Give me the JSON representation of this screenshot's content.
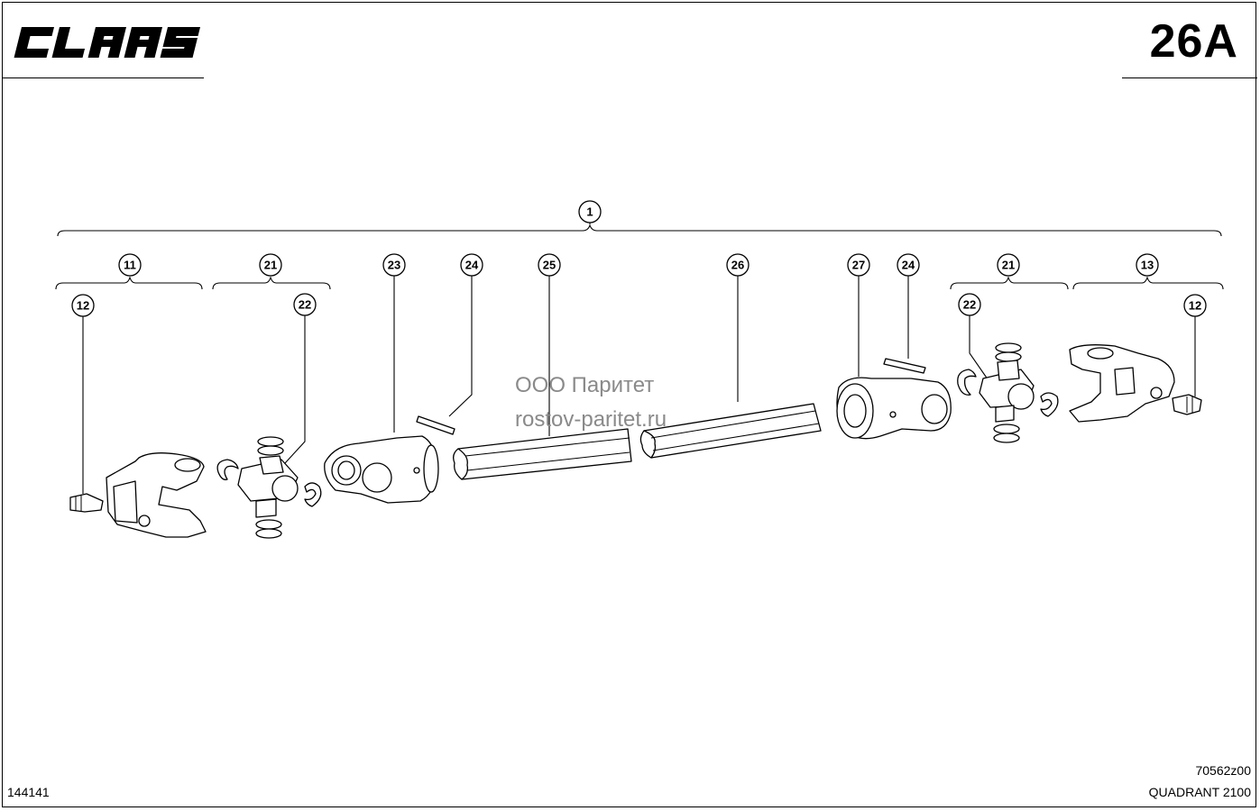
{
  "header": {
    "brand": "CLAAS",
    "page_number": "26A"
  },
  "callouts": [
    {
      "id": "c1",
      "label": "1"
    },
    {
      "id": "c11",
      "label": "11"
    },
    {
      "id": "c12a",
      "label": "12"
    },
    {
      "id": "c21a",
      "label": "21"
    },
    {
      "id": "c22a",
      "label": "22"
    },
    {
      "id": "c23",
      "label": "23"
    },
    {
      "id": "c24a",
      "label": "24"
    },
    {
      "id": "c25",
      "label": "25"
    },
    {
      "id": "c26",
      "label": "26"
    },
    {
      "id": "c27",
      "label": "27"
    },
    {
      "id": "c24b",
      "label": "24"
    },
    {
      "id": "c21b",
      "label": "21"
    },
    {
      "id": "c22b",
      "label": "22"
    },
    {
      "id": "c13",
      "label": "13"
    },
    {
      "id": "c12b",
      "label": "12"
    }
  ],
  "watermark": {
    "line1": "ООО Паритет",
    "line2": "rostov-paritet.ru"
  },
  "footer": {
    "left_code": "144141",
    "drawing_ref": "70562z00",
    "model": "QUADRANT 2100"
  }
}
